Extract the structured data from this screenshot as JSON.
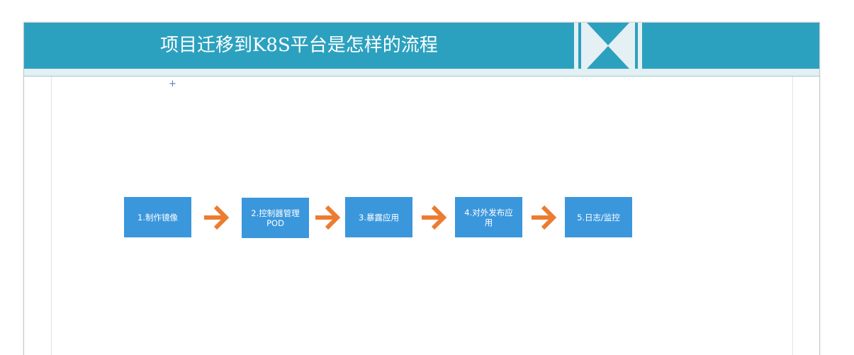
{
  "title": "项目迁移到K8S平台是怎样的流程",
  "colors": {
    "header": "#2ca1bf",
    "step_box": "#3b97dc",
    "arrow": "#ec7c30"
  },
  "flow": {
    "steps": [
      {
        "label": "1.制作镜像"
      },
      {
        "label": "2.控制器管理POD"
      },
      {
        "label": "3.暴露应用"
      },
      {
        "label": "4.对外发布应用"
      },
      {
        "label": "5.日志/监控"
      }
    ],
    "connector_icon": "right-arrow-icon"
  }
}
